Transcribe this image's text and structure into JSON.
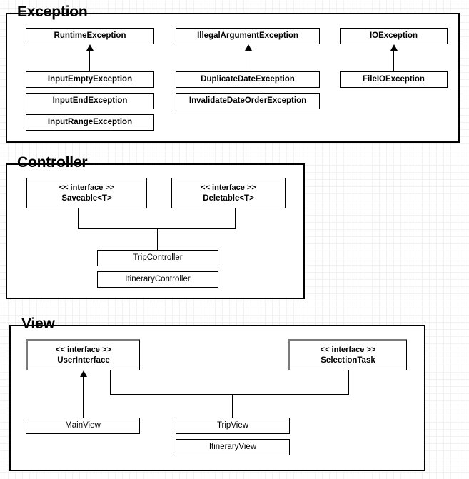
{
  "diagram": {
    "type": "uml-class-diagram",
    "groups": [
      {
        "id": "exception",
        "title": "Exception",
        "classes": [
          {
            "id": "runtime-exception",
            "name": "RuntimeException",
            "kind": "class"
          },
          {
            "id": "input-empty-exception",
            "name": "InputEmptyException",
            "kind": "class"
          },
          {
            "id": "input-end-exception",
            "name": "InputEndException",
            "kind": "class"
          },
          {
            "id": "input-range-exception",
            "name": "InputRangeException",
            "kind": "class"
          },
          {
            "id": "illegal-argument-exception",
            "name": "IllegalArgumentException",
            "kind": "class"
          },
          {
            "id": "duplicate-date-exception",
            "name": "DuplicateDateException",
            "kind": "class"
          },
          {
            "id": "invalidate-date-order-exception",
            "name": "InvalidateDateOrderException",
            "kind": "class"
          },
          {
            "id": "io-exception",
            "name": "IOException",
            "kind": "class"
          },
          {
            "id": "file-io-exception",
            "name": "FileIOException",
            "kind": "class"
          }
        ]
      },
      {
        "id": "controller",
        "title": "Controller",
        "classes": [
          {
            "id": "saveable",
            "stereotype": "<< interface >>",
            "name": "Saveable<T>",
            "kind": "interface"
          },
          {
            "id": "deletable",
            "stereotype": "<< interface >>",
            "name": "Deletable<T>",
            "kind": "interface"
          },
          {
            "id": "trip-controller",
            "name": "TripController",
            "kind": "class"
          },
          {
            "id": "itinerary-controller",
            "name": "ItineraryController",
            "kind": "class"
          }
        ]
      },
      {
        "id": "view",
        "title": "View",
        "classes": [
          {
            "id": "user-interface",
            "stereotype": "<< interface >>",
            "name": "UserInterface",
            "kind": "interface"
          },
          {
            "id": "selection-task",
            "stereotype": "<< interface >>",
            "name": "SelectionTask",
            "kind": "interface"
          },
          {
            "id": "main-view",
            "name": "MainView",
            "kind": "class"
          },
          {
            "id": "trip-view",
            "name": "TripView",
            "kind": "class"
          },
          {
            "id": "itinerary-view",
            "name": "ItineraryView",
            "kind": "class"
          }
        ]
      }
    ],
    "colors": {
      "stroke": "#000000",
      "fill": "#ffffff",
      "shadow": "#7a7a7a",
      "grid_minor": "#f2f2f2",
      "grid_major": "#d9d9d9"
    }
  }
}
